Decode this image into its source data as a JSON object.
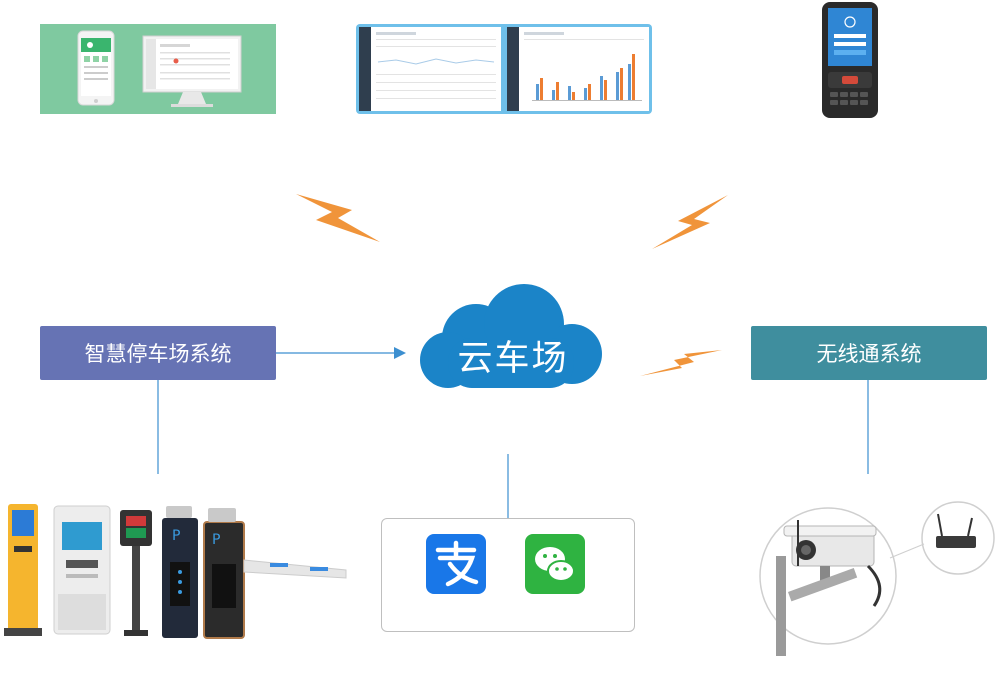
{
  "center": {
    "label": "云车场"
  },
  "left_system": {
    "label": "智慧停车场系统"
  },
  "right_system": {
    "label": "无线通系统"
  },
  "colors": {
    "left_box": "#6673b4",
    "right_box": "#3f8e9e",
    "cloud": "#1b84c8",
    "lightning": "#f0943a",
    "connector": "#3c8fd0",
    "panel_green": "#7fc9a0",
    "panel_blue": "#6fc0ea"
  },
  "icons": [
    "alipay-icon",
    "wechat-icon",
    "smartphone-icon",
    "monitor-icon",
    "handheld-terminal-icon",
    "camera-icon",
    "barrier-gate-icon",
    "kiosk-icon"
  ]
}
